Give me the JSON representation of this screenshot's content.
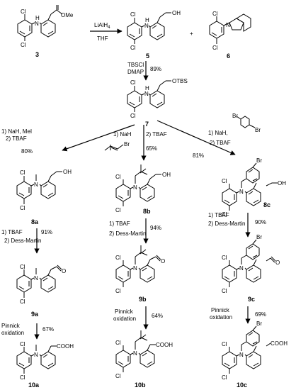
{
  "compounds": {
    "c3": {
      "label": "3",
      "groups": [
        "Cl",
        "Cl",
        "OMe",
        "H",
        "N"
      ]
    },
    "c5": {
      "label": "5",
      "groups": [
        "Cl",
        "Cl",
        "OH",
        "H",
        "N"
      ]
    },
    "c6": {
      "label": "6",
      "groups": [
        "Cl",
        "Cl",
        "N"
      ]
    },
    "c7": {
      "label": "7",
      "groups": [
        "Cl",
        "Cl",
        "OTBS",
        "H",
        "N"
      ]
    },
    "c8a": {
      "label": "8a",
      "groups": [
        "Cl",
        "Cl",
        "OH",
        "N"
      ]
    },
    "c8b": {
      "label": "8b",
      "groups": [
        "Cl",
        "Cl",
        "OH",
        "N"
      ]
    },
    "c8c": {
      "label": "8c",
      "groups": [
        "Cl",
        "Cl",
        "OH",
        "N",
        "Br"
      ]
    },
    "c9a": {
      "label": "9a",
      "groups": [
        "Cl",
        "Cl",
        "O",
        "N"
      ]
    },
    "c9b": {
      "label": "9b",
      "groups": [
        "Cl",
        "Cl",
        "O",
        "N"
      ]
    },
    "c9c": {
      "label": "9c",
      "groups": [
        "Cl",
        "Cl",
        "O",
        "N",
        "Br"
      ]
    },
    "c10a": {
      "label": "10a",
      "groups": [
        "Cl",
        "Cl",
        "COOH",
        "N"
      ]
    },
    "c10b": {
      "label": "10b",
      "groups": [
        "Cl",
        "Cl",
        "COOH",
        "N"
      ]
    },
    "c10c": {
      "label": "10c",
      "groups": [
        "Cl",
        "Cl",
        "COOH",
        "N",
        "Br"
      ]
    }
  },
  "conditions": {
    "step1": {
      "line1": "LiAlH",
      "sub": "4",
      "line2": "THF"
    },
    "step2": {
      "line1": "TBSCl",
      "line2": "DMAP",
      "yield": "89%"
    },
    "step_a": {
      "line1": "1) NaH, MeI",
      "line2": "2) TBAF",
      "yield": "80%"
    },
    "step_b": {
      "line1": "1) NaH",
      "line2": "2) TBAF",
      "reagent_br": "Br",
      "yield": "65%"
    },
    "step_c": {
      "line1": "1) NaH,",
      "line2": "2) TBAF",
      "reagent_br": "Br",
      "reagent_br2": "Br",
      "yield": "81%"
    },
    "ox_a": {
      "line1": "1) TBAF",
      "line2": "2) Dess-Martin",
      "yield": "91%"
    },
    "ox_b": {
      "line1": "1) TBAF",
      "line2": "2) Dess-Martin",
      "yield": "94%"
    },
    "ox_c": {
      "line1": "1) TBAF",
      "line2": "2) Dess-Martin",
      "yield": "90%"
    },
    "pin_a": {
      "line1": "Pinnick",
      "line2": "oxidation",
      "yield": "67%"
    },
    "pin_b": {
      "line1": "Pinnick",
      "line2": "oxidation",
      "yield": "64%"
    },
    "pin_c": {
      "line1": "Pinnick",
      "line2": "oxidation",
      "yield": "69%"
    }
  },
  "plus": "+"
}
